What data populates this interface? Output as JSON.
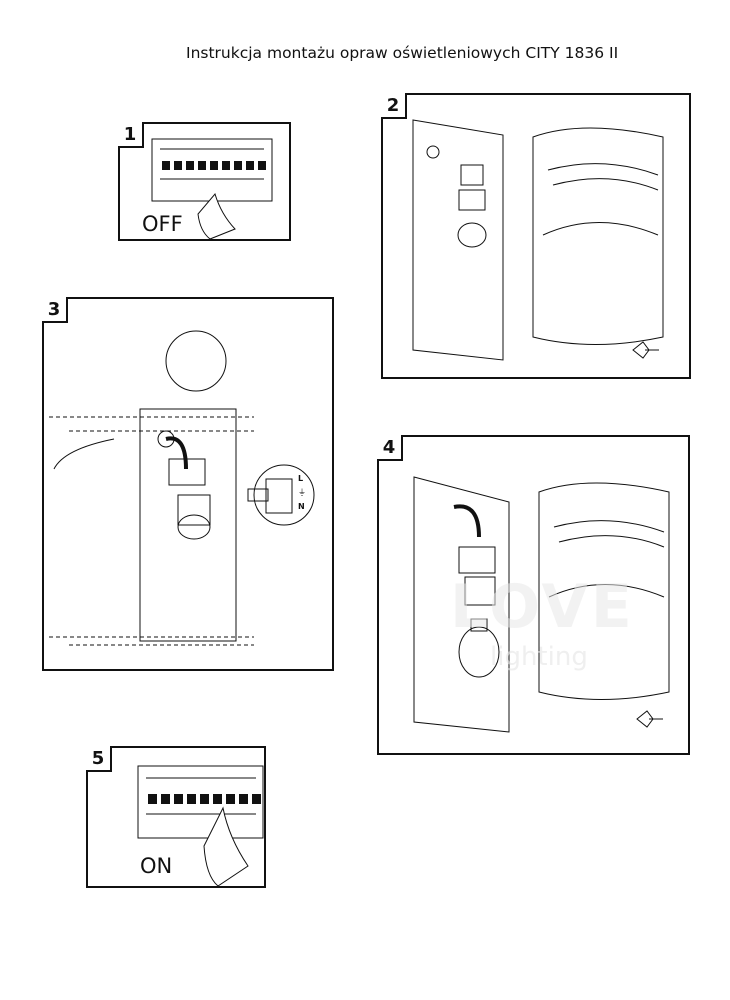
{
  "document": {
    "title": "Instrukcja montażu opraw oświetleniowych CITY 1836 II",
    "watermark": "LOVE lighting",
    "steps": [
      {
        "number": "1",
        "label": "OFF"
      },
      {
        "number": "2"
      },
      {
        "number": "3",
        "terminals": [
          "L",
          "⏚",
          "N"
        ]
      },
      {
        "number": "4"
      },
      {
        "number": "5",
        "label": "ON"
      }
    ]
  }
}
